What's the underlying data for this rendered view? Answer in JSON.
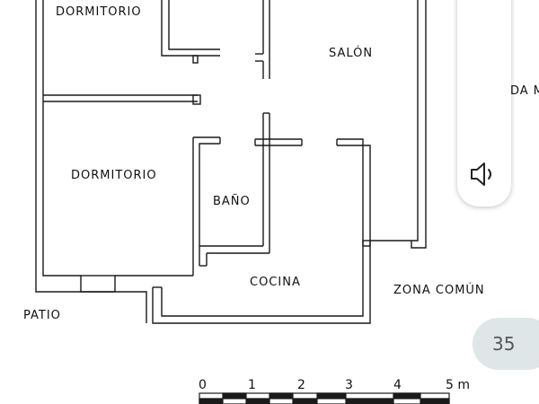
{
  "rooms": {
    "dormitorio_top": "DORMITORIO",
    "dormitorio_main": "DORMITORIO",
    "salon": "SALÓN",
    "bano": "BAÑO",
    "cocina": "COCINA",
    "patio": "PATIO",
    "zona_comun": "ZONA COMÚN",
    "cut_label": "DA M"
  },
  "scale": {
    "ticks": [
      "0",
      "1",
      "2",
      "3",
      "4",
      "5 m"
    ]
  },
  "controls": {
    "speaker_icon": "speaker-icon",
    "page_number": "35"
  },
  "colors": {
    "wall": "#1a1a1a",
    "pill_bg": "#dfe6e8"
  }
}
